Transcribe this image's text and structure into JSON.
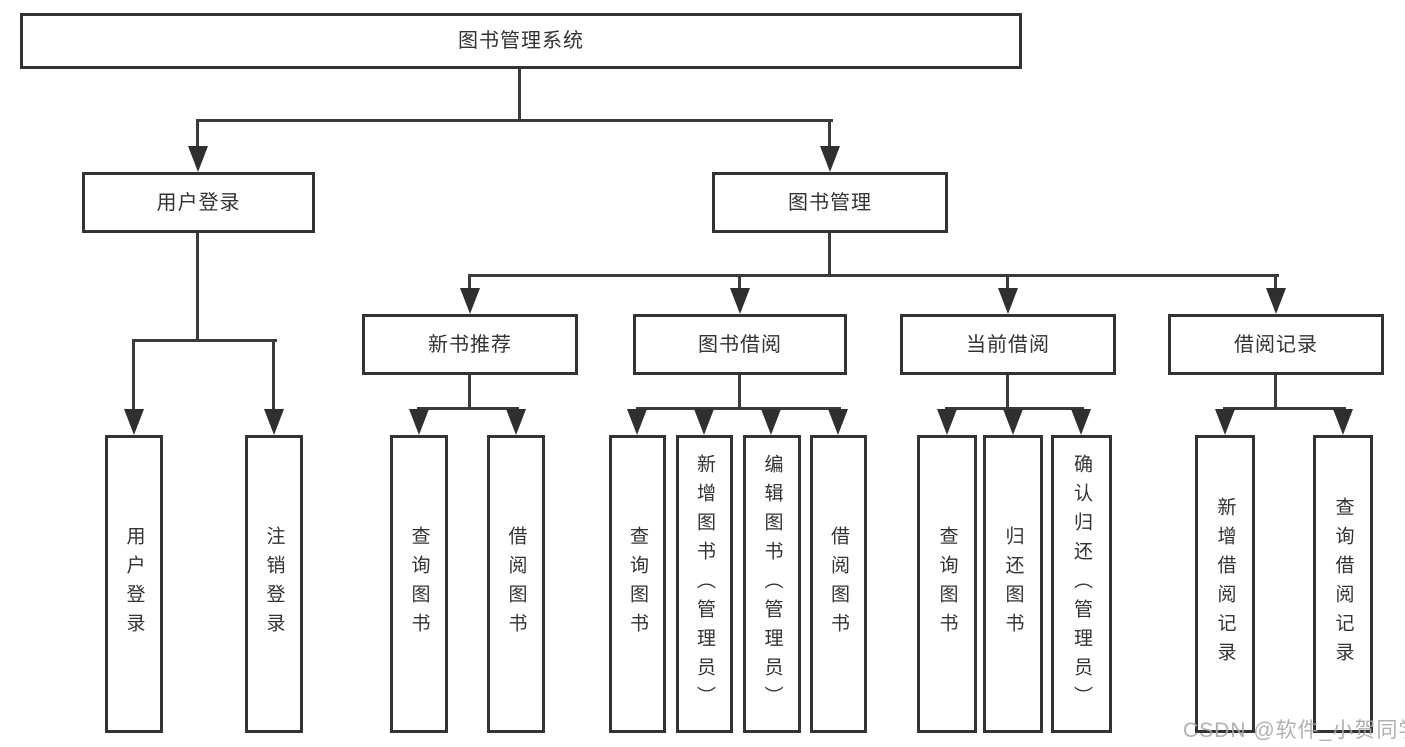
{
  "tree": {
    "root": {
      "label": "图书管理系统"
    },
    "branches": [
      {
        "label": "用户登录",
        "children": [
          {
            "label": "用户登录"
          },
          {
            "label": "注销登录"
          }
        ]
      },
      {
        "label": "图书管理",
        "children": [
          {
            "label": "新书推荐",
            "children": [
              {
                "label": "查询图书"
              },
              {
                "label": "借阅图书"
              }
            ]
          },
          {
            "label": "图书借阅",
            "children": [
              {
                "label": "查询图书"
              },
              {
                "label": "新增图书（管理员）"
              },
              {
                "label": "编辑图书（管理员）"
              },
              {
                "label": "借阅图书"
              }
            ]
          },
          {
            "label": "当前借阅",
            "children": [
              {
                "label": "查询图书"
              },
              {
                "label": "归还图书"
              },
              {
                "label": "确认归还（管理员）"
              }
            ]
          },
          {
            "label": "借阅记录",
            "children": [
              {
                "label": "新增借阅记录"
              },
              {
                "label": "查询借阅记录"
              }
            ]
          }
        ]
      }
    ]
  },
  "watermark": "CSDN @软件_小贺同学",
  "colors": {
    "box_border": "#333333",
    "connector_line": "#3a3a3a",
    "arrowhead": "#2f2f2f",
    "text": "#333333",
    "watermark": "#a8a8a8",
    "background": "#ffffff"
  }
}
